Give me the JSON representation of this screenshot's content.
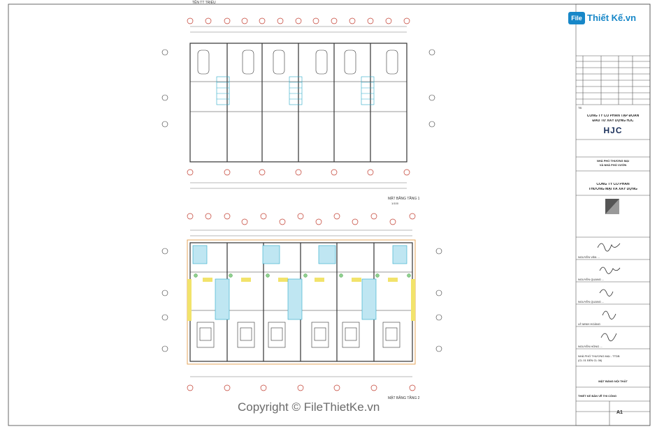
{
  "sheet": {
    "top_tag": "TÊN TT TRIỂU",
    "plan1_caption": "MẶT BẰNG TẦNG 1",
    "plan1_scale": "1/100",
    "plan2_caption": "MẶT BẰNG TẦNG 2"
  },
  "watermark": {
    "text": "Copyright © FileThietKe.vn"
  },
  "logo": {
    "box": "File",
    "text": "Thiết Kế.vn"
  },
  "title_block": {
    "revision_header": "TĐ",
    "company_heading": "CÔNG TY CỔ PHẦN TẬP ĐOÀN",
    "company_heading2": "ĐẦU TƯ XÂY DỰNG HJC",
    "hjc": "HJC",
    "project_line1": "NHÀ PHỐ THƯƠNG MẠI",
    "project_line2": "VÀ NHÀ PHỐ VƯỜN",
    "consultant1": "CÔNG TY CỔ PHẦN",
    "consultant2": "THƯƠNG MẠI VÀ XÂY DỰNG",
    "signer1": "NGUYỄN VĂN ...",
    "signer2": "NGUYỄN QUANG ...",
    "signer3": "NGUYỄN QUANG ...",
    "signer4": "LÊ MINH HOÀNG",
    "signer5": "NGUYỄN HỒNG ...",
    "item_line1": "NHÀ PHỐ THƯƠNG MẠI - TTDB",
    "item_line2": "(CL 01 ĐẾN CL 06)",
    "drawing_title": "MẶT BẰNG NỘI THẤT",
    "phase": "THIẾT KẾ BẢN VẼ THI CÔNG",
    "sheet_no": "A1"
  }
}
